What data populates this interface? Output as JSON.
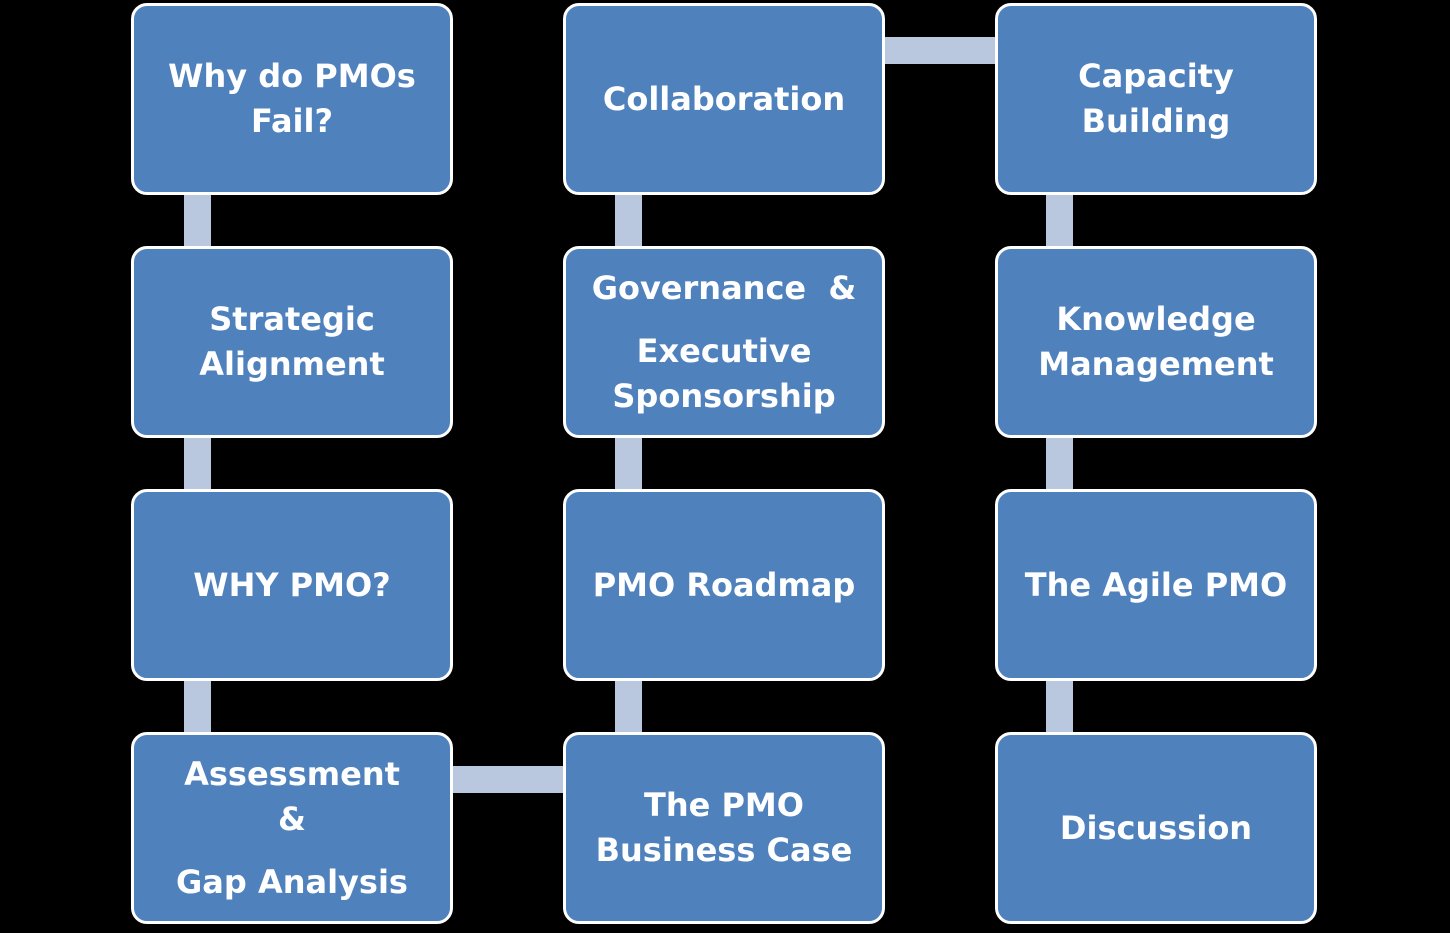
{
  "colors": {
    "background": "#000000",
    "box_fill": "#4f81bd",
    "box_border": "#ffffff",
    "connector": "#b9c7df",
    "text": "#ffffff"
  },
  "nodes": {
    "why_fail": [
      "Why do PMOs",
      "Fail?"
    ],
    "strategic_alignment": [
      "Strategic",
      "Alignment"
    ],
    "why_pmo": [
      "WHY PMO?"
    ],
    "assessment": [
      "Assessment",
      "&",
      "Gap Analysis"
    ],
    "collaboration": [
      "Collaboration"
    ],
    "governance": [
      "Governance  &",
      "Executive",
      "Sponsorship"
    ],
    "roadmap": [
      "PMO Roadmap"
    ],
    "business_case": [
      "The PMO",
      "Business Case"
    ],
    "capacity_building": [
      "Capacity",
      "Building"
    ],
    "knowledge_management": [
      "Knowledge",
      "Management"
    ],
    "agile_pmo": [
      "The Agile PMO"
    ],
    "discussion": [
      "Discussion"
    ]
  }
}
